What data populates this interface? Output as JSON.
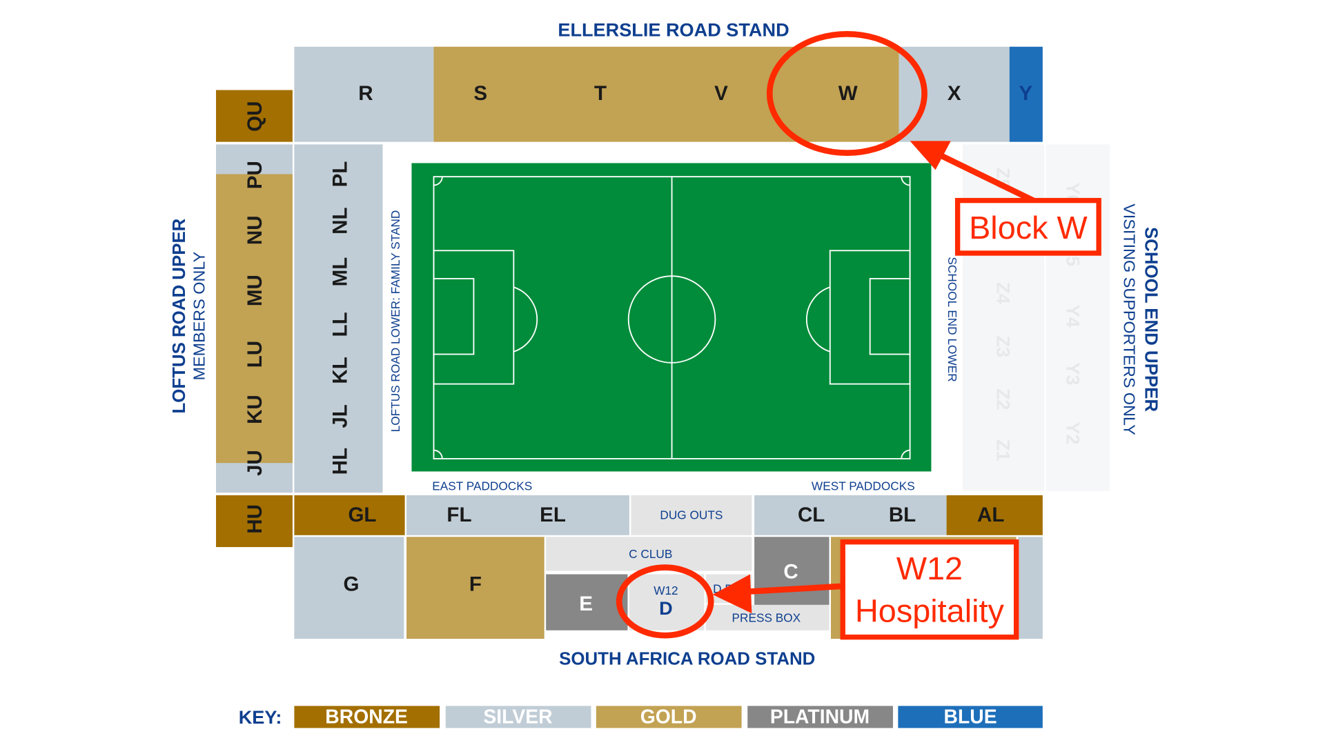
{
  "colors": {
    "bronze": "#A36F00",
    "silver": "#C0CDD6",
    "gold": "#C2A253",
    "platinum": "#878787",
    "blue": "#1E6FBA",
    "pitch": "#008C3A",
    "annotation": "#FF2A00",
    "text": "#0E3F8F"
  },
  "stands": {
    "north": "ELLERSLIE ROAD STAND",
    "south": "SOUTH AFRICA ROAD STAND",
    "west_upper": "LOFTUS ROAD UPPER",
    "west_upper_note": "MEMBERS ONLY",
    "west_lower": "LOFTUS ROAD LOWER: FAMILY STAND",
    "east_lower": "SCHOOL END LOWER",
    "east_upper": "SCHOOL END UPPER",
    "east_upper_note": "VISITING SUPPORTERS ONLY",
    "east_paddocks": "EAST PADDOCKS",
    "west_paddocks": "WEST PADDOCKS"
  },
  "blocks": {
    "north": [
      "R",
      "S",
      "T",
      "V",
      "W",
      "X",
      "Y"
    ],
    "west_upper": [
      "QU",
      "PU",
      "NU",
      "MU",
      "LU",
      "KU",
      "JU",
      "HU"
    ],
    "west_lower": [
      "PL",
      "NL",
      "ML",
      "LL",
      "KL",
      "JL",
      "HL"
    ],
    "paddock_row": [
      "GL",
      "FL",
      "EL",
      "DUG OUTS",
      "CL",
      "BL",
      "AL"
    ],
    "south": [
      "G",
      "F",
      "C CLUB",
      "E",
      "W12",
      "D",
      "D B",
      "PRESS BOX",
      "C"
    ],
    "east_lower_faint": [
      "Z5",
      "Z4",
      "Z3",
      "Z2",
      "Z1"
    ],
    "east_upper_faint": [
      "Y6",
      "Y5",
      "Y4",
      "Y3",
      "Y2"
    ]
  },
  "key": {
    "label": "KEY:",
    "items": [
      "BRONZE",
      "SILVER",
      "GOLD",
      "PLATINUM",
      "BLUE"
    ]
  },
  "annotations": {
    "block_w": "Block W",
    "w12_line1": "W12",
    "w12_line2": "Hospitality"
  }
}
